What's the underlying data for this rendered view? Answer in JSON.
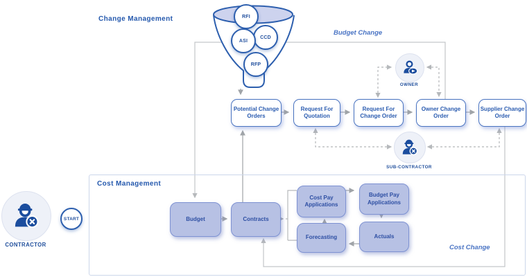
{
  "sections": {
    "change_management": {
      "label": "Change Management"
    },
    "cost_management": {
      "label": "Cost Management"
    }
  },
  "funnel": {
    "items": [
      {
        "label": "RFI"
      },
      {
        "label": "CCD"
      },
      {
        "label": "ASI"
      },
      {
        "label": "RFP"
      }
    ]
  },
  "flow_labels": {
    "budget_change": "Budget Change",
    "cost_change": "Cost Change"
  },
  "change_flow": {
    "boxes": [
      {
        "label": "Potential Change Orders"
      },
      {
        "label": "Request For Quotation"
      },
      {
        "label": "Request For Change Order"
      },
      {
        "label": "Owner Change Order"
      },
      {
        "label": "Supplier Change Order"
      }
    ]
  },
  "cost_flow": {
    "boxes": [
      {
        "label": "Budget"
      },
      {
        "label": "Contracts"
      },
      {
        "label": "Cost Pay Applications"
      },
      {
        "label": "Forecasting"
      },
      {
        "label": "Budget Pay Applications"
      },
      {
        "label": "Actuals"
      }
    ]
  },
  "actors": {
    "owner": {
      "label": "OWNER"
    },
    "sub_contractor": {
      "label": "SUB-CONTRACTOR"
    },
    "contractor": {
      "label": "CONTRACTOR"
    }
  },
  "start": {
    "label": "START"
  },
  "colors": {
    "primary_blue": "#2b5cb0",
    "dark_icon_blue": "#1b4d9e",
    "funnel_fill": "#cdd3ee",
    "box_fill_purple": "#b7c1e4",
    "box_border_purple": "#7e92d2",
    "white_box_border": "#4a74c0",
    "solid_arrow_gray": "#a8abae",
    "loop_line_gray": "#c3c6c9",
    "dashed_gray": "#b3b6b9",
    "panel_border": "#ccd6ea",
    "actor_circle_fill": "#eef1f8"
  }
}
